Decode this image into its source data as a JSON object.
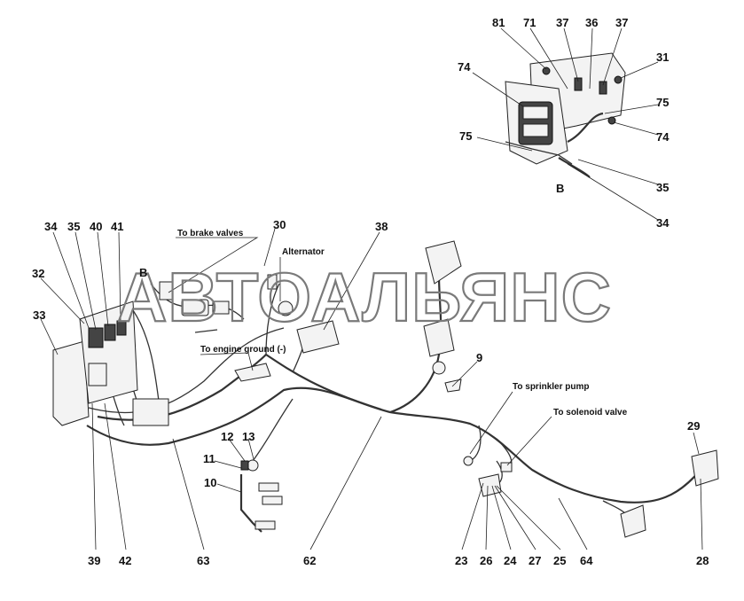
{
  "watermark": "АВТОАЛЬЯНС",
  "labels": {
    "brake_valves": "To brake valves",
    "alternator": "Alternator",
    "engine_ground": "To engine ground (-)",
    "sprinkler_pump": "To sprinkler pump",
    "solenoid_valve": "To solenoid valve",
    "view_b_main": "B",
    "view_b_inset": "B"
  },
  "callouts": {
    "c81": "81",
    "c71": "71",
    "c37a": "37",
    "c36": "36",
    "c37b": "37",
    "c31": "31",
    "c74a": "74",
    "c75a": "75",
    "c75b": "75",
    "c74b": "74",
    "c35a": "35",
    "c34a": "34",
    "c34b": "34",
    "c35b": "35",
    "c40": "40",
    "c41": "41",
    "c30": "30",
    "c38": "38",
    "c32": "32",
    "c33": "33",
    "c9": "9",
    "c12": "12",
    "c13": "13",
    "c11": "11",
    "c10": "10",
    "c29": "29",
    "c39": "39",
    "c42": "42",
    "c63": "63",
    "c62": "62",
    "c23": "23",
    "c26": "26",
    "c24": "24",
    "c27": "27",
    "c25": "25",
    "c64": "64",
    "c28": "28"
  }
}
